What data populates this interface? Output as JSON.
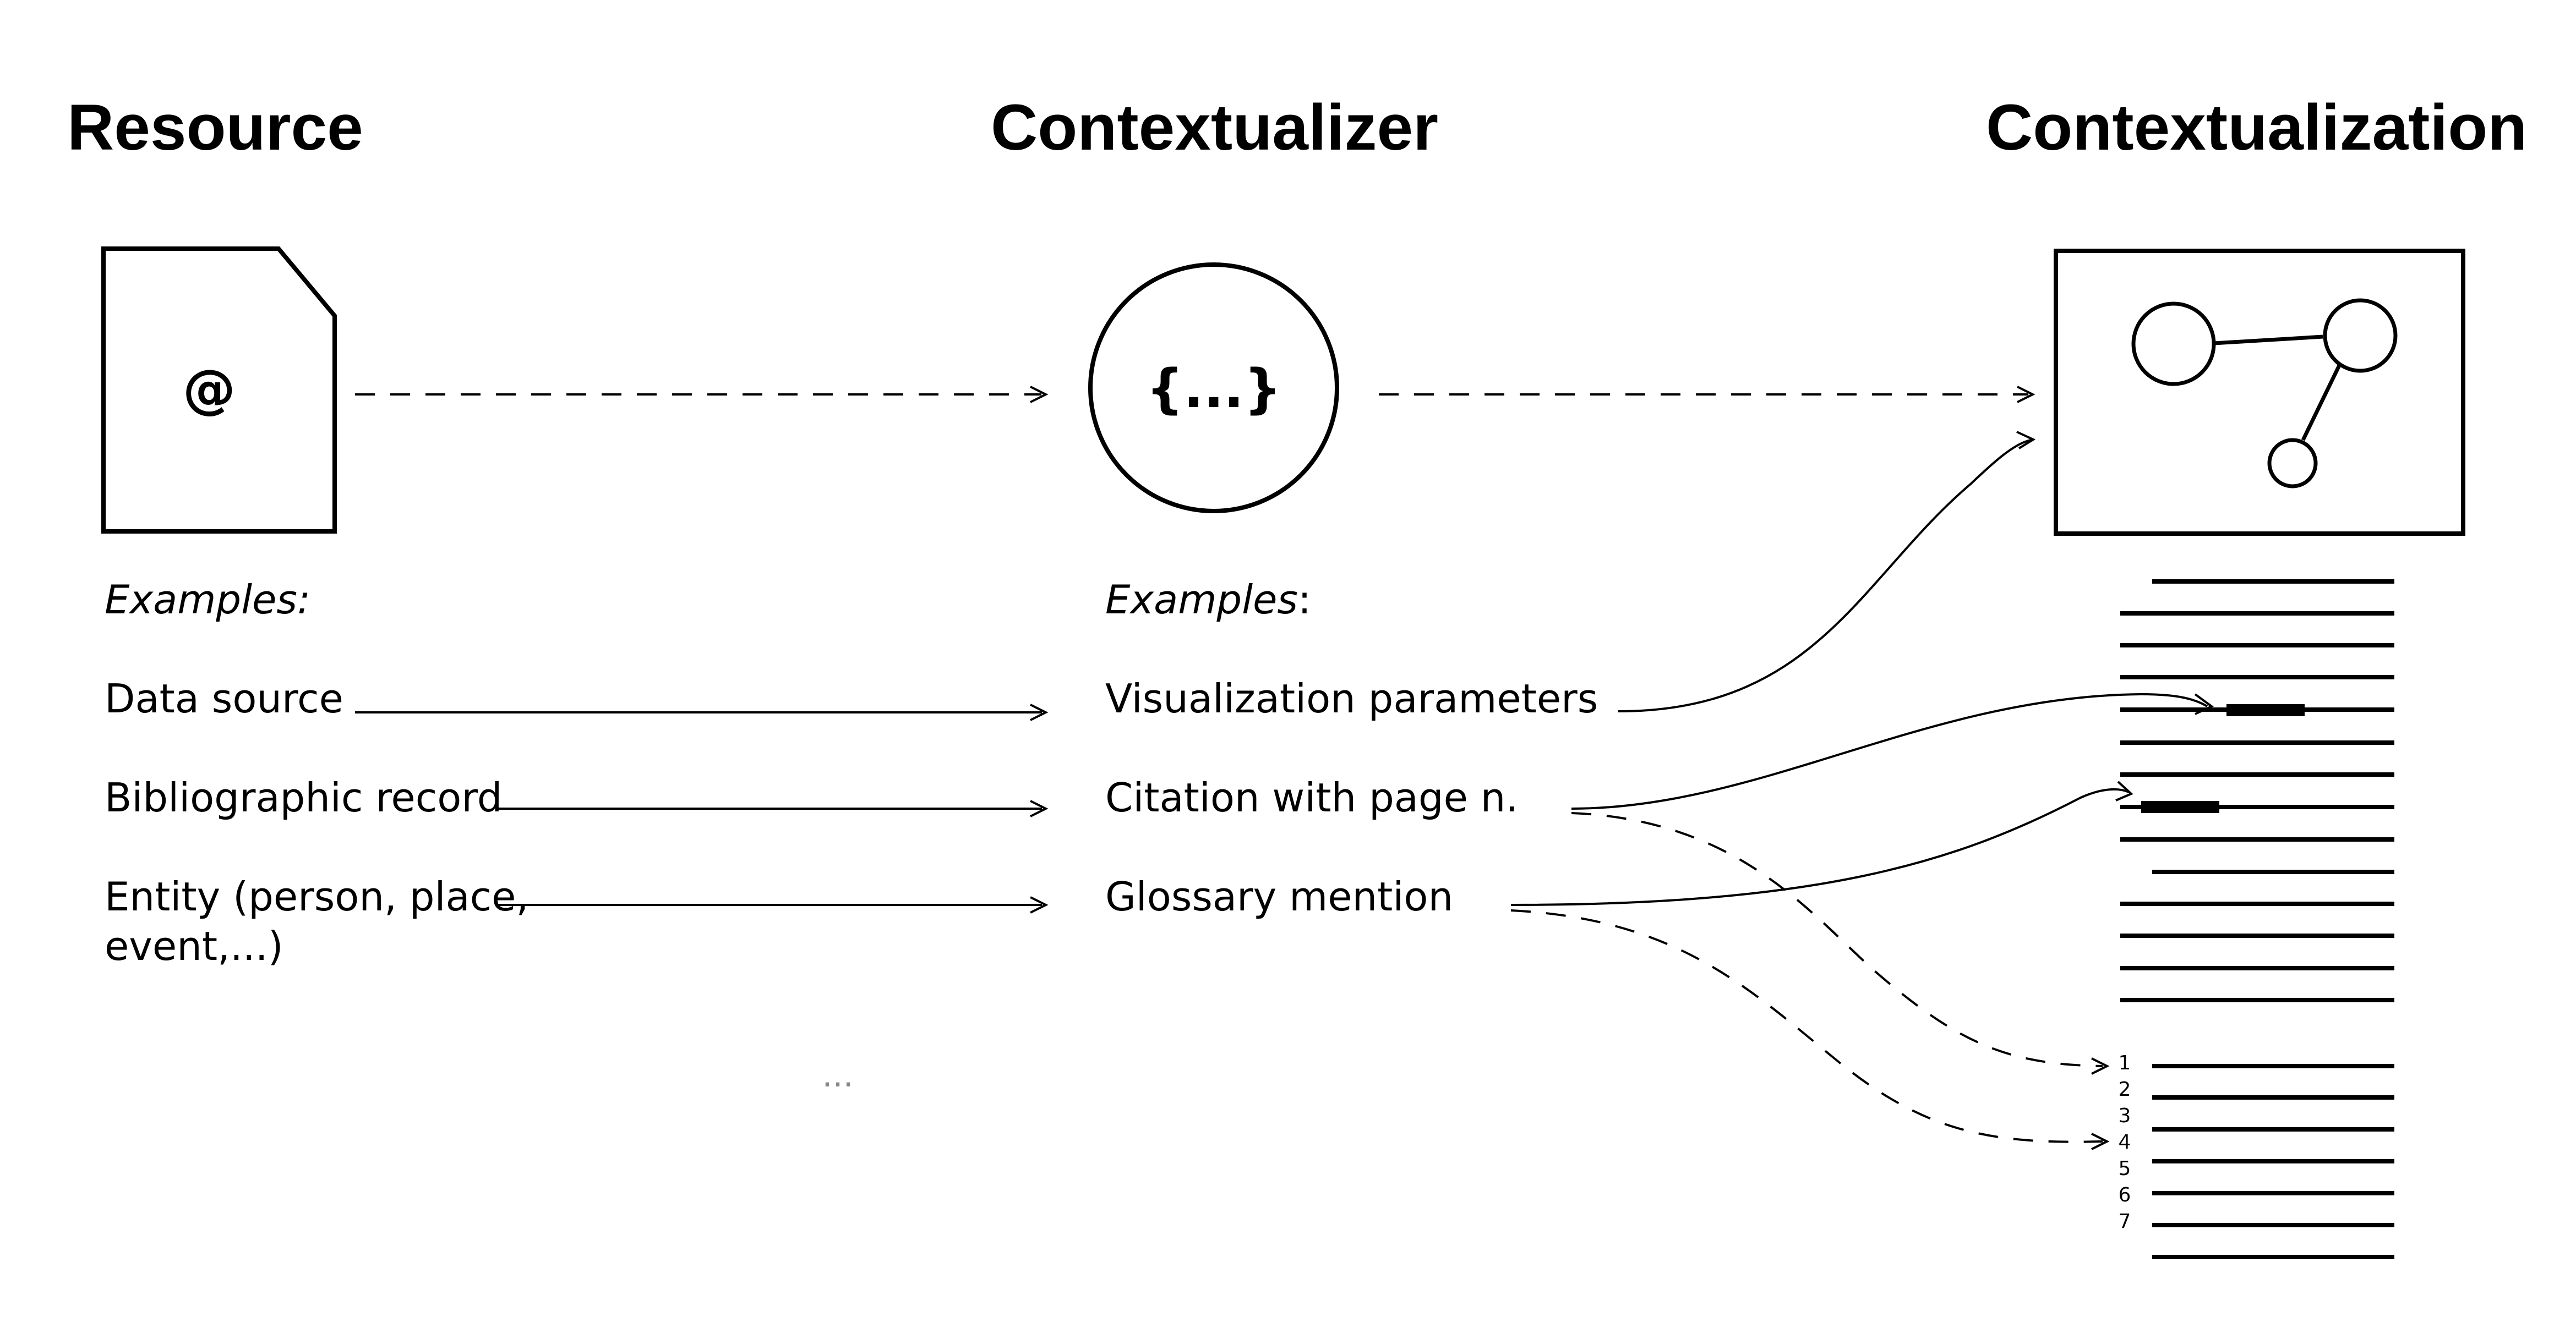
{
  "columns": {
    "resource": {
      "title": "Resource",
      "icon_glyph": "@",
      "examples_label": "Examples:",
      "examples": [
        "Data source",
        "Bibliographic record",
        "Entity (person, place,",
        "event,...)"
      ],
      "ellipsis": "..."
    },
    "contextualizer": {
      "title": "Contextualizer",
      "icon_glyph": "{...}",
      "examples_label": "Examples",
      "examples_label_suffix": ":",
      "examples": [
        "Visualization parameters",
        "Citation with page n.",
        "Glossary mention"
      ]
    },
    "contextualization": {
      "title": "Contextualization",
      "icon": "graph-icon",
      "footnote_numbers": [
        "1",
        "2",
        "3",
        "4",
        "5",
        "6",
        "7"
      ]
    }
  }
}
